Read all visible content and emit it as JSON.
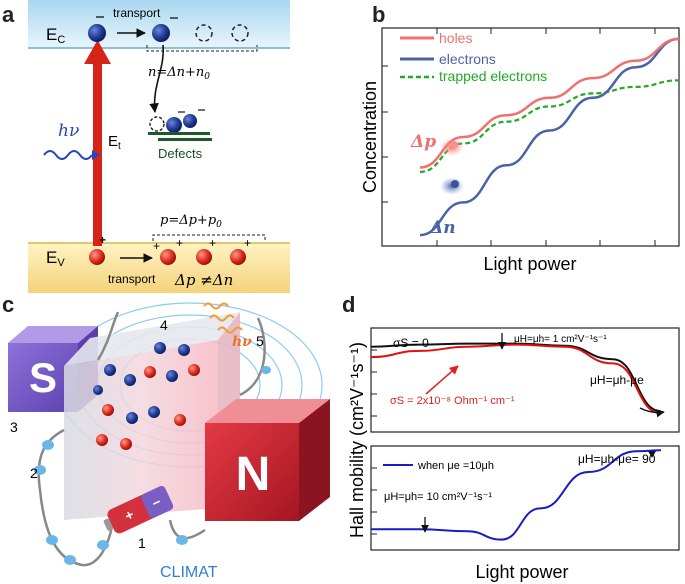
{
  "panel_a": {
    "letter": "a",
    "ec": "E",
    "ec_sub": "C",
    "ev": "E",
    "ev_sub": "V",
    "et": "E",
    "et_sub": "t",
    "transport_top": "transport",
    "transport_bottom": "transport",
    "n_eq": "n=Δn+n",
    "n_eq_sub": "0",
    "p_eq": "p=Δp+p",
    "p_eq_sub": "0",
    "defects": "Defects",
    "hv": "hν",
    "neq": "Δp ≠Δn"
  },
  "panel_b": {
    "letter": "b",
    "ylabel": "Concentration",
    "xlabel": "Light power",
    "legend": [
      "holes",
      "electrons",
      "trapped electrons"
    ],
    "dp": "Δp",
    "dn": "Δn",
    "colors": {
      "holes": "#f07070",
      "electrons": "#4a63a6",
      "trapped": "#22aa22"
    }
  },
  "panel_c": {
    "letter": "c",
    "s": "S",
    "n": "N",
    "hv": "hν",
    "labels": [
      "1",
      "2",
      "3",
      "4",
      "5"
    ],
    "climat": "CLIMAT"
  },
  "panel_d": {
    "letter": "d",
    "ylabel": "Hall mobility (cm²V⁻¹s⁻¹)",
    "xlabel": "Light power",
    "top": {
      "sigma0": "σS = 0",
      "sigma_label": "σS = 2x10⁻⁸ Ohm⁻¹ cm⁻¹",
      "mu_eq": "μH=μh= 1 cm²V⁻¹s⁻¹",
      "mu_diff": "μH=μh-μe"
    },
    "bottom": {
      "legend": "when μe =10μh",
      "mu_eq": "μH=μh= 10 cm²V⁻¹s⁻¹",
      "mu_90": "μH=μh-μe= 90"
    }
  },
  "chart_data": [
    {
      "type": "line",
      "xlabel": "Light power",
      "ylabel": "Concentration",
      "series": [
        {
          "name": "holes",
          "x": [
            0,
            1,
            2,
            3,
            4,
            5,
            6
          ],
          "y": [
            0.36,
            0.5,
            0.6,
            0.68,
            0.77,
            0.85,
            0.95
          ]
        },
        {
          "name": "electrons",
          "x": [
            0,
            1,
            2,
            3,
            4,
            5,
            6
          ],
          "y": [
            0.05,
            0.2,
            0.37,
            0.53,
            0.68,
            0.82,
            0.95
          ]
        },
        {
          "name": "trapped electrons",
          "x": [
            0,
            1,
            2,
            3,
            4,
            5,
            6
          ],
          "y": [
            0.34,
            0.47,
            0.57,
            0.64,
            0.7,
            0.73,
            0.76
          ]
        }
      ]
    },
    {
      "type": "line",
      "xlabel": "Light power",
      "ylabel": "Hall mobility",
      "series": [
        {
          "x": [
            0,
            1,
            2,
            3,
            4,
            5,
            6
          ],
          "y": [
            0.82,
            0.84,
            0.85,
            0.85,
            0.83,
            0.7,
            0.2
          ]
        },
        {
          "x": [
            0,
            1,
            2,
            3,
            4,
            5,
            6
          ],
          "y": [
            0.72,
            0.78,
            0.82,
            0.84,
            0.82,
            0.66,
            0.18
          ]
        }
      ]
    },
    {
      "type": "line",
      "xlabel": "Light power",
      "ylabel": "Hall mobility",
      "series": [
        {
          "name": "when μe =10μh",
          "x": [
            0,
            1,
            2,
            2.7,
            3.5,
            4.5,
            5.5,
            6
          ],
          "y": [
            0.2,
            0.2,
            0.18,
            0.1,
            0.4,
            0.75,
            0.95,
            0.96
          ]
        }
      ]
    }
  ]
}
